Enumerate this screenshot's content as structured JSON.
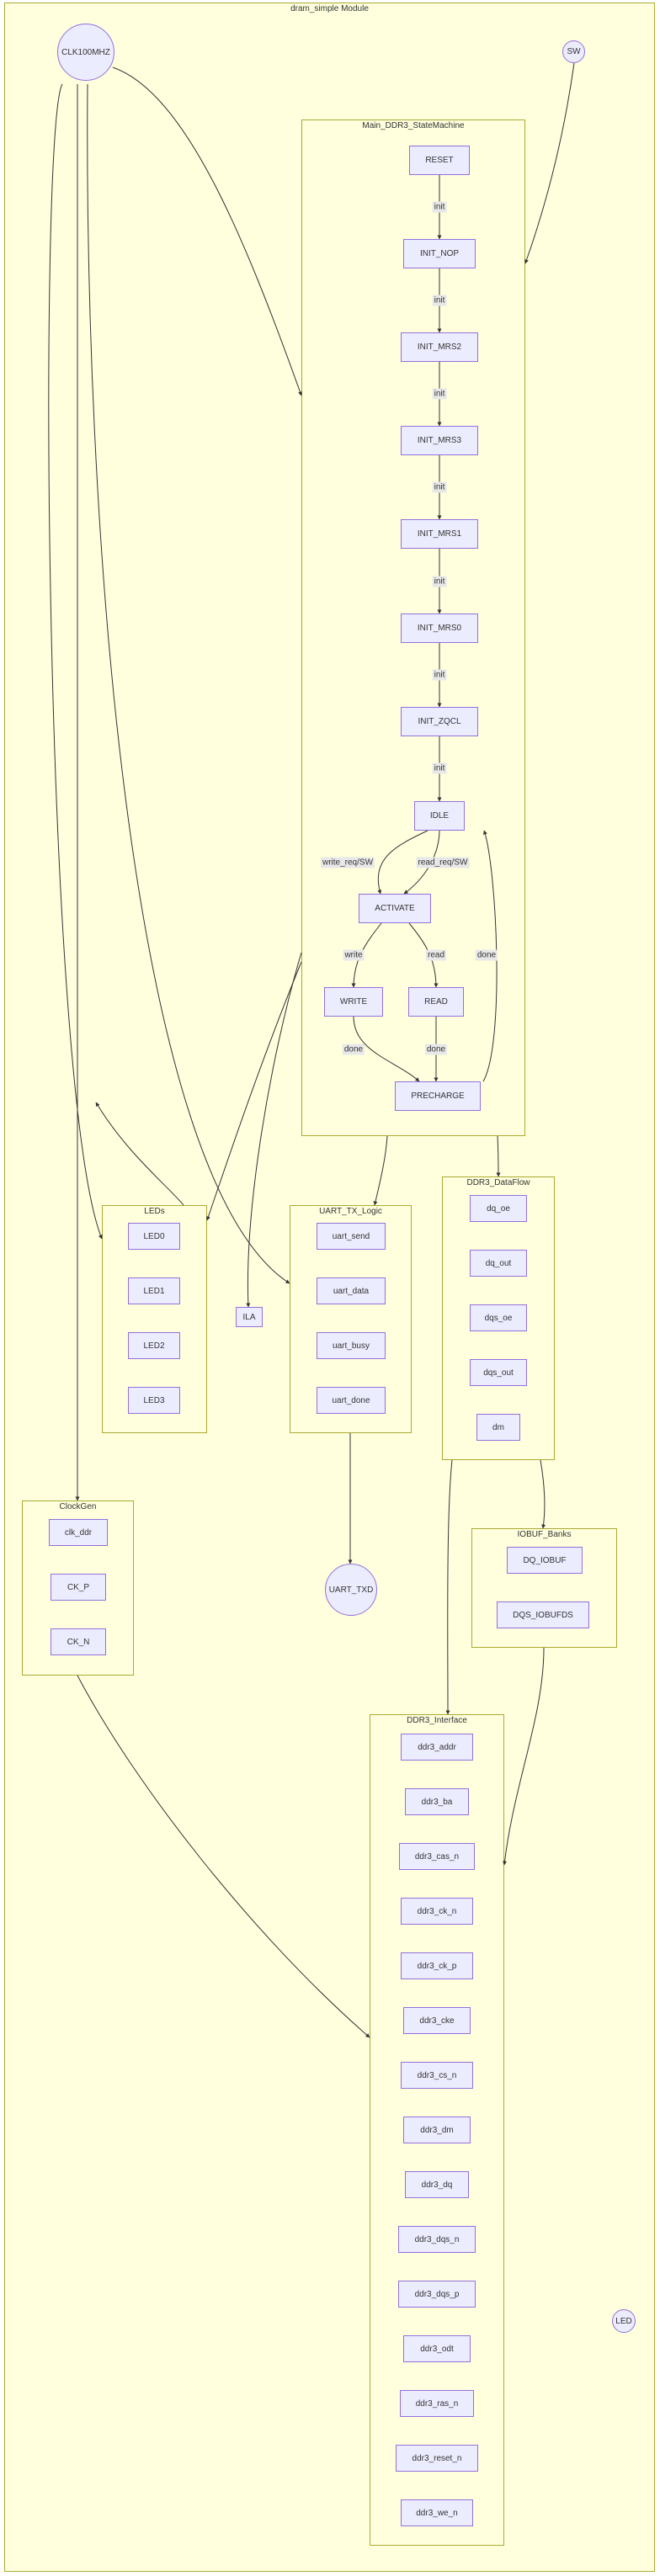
{
  "diagram": {
    "title": "dram_simple Module",
    "colors": {
      "cluster_fill": "#ffffde",
      "cluster_border": "#aaaa33",
      "node_fill": "#ececff",
      "node_border": "#9370db",
      "edge": "#333333",
      "edge_label_bg": "#e8e8e8"
    },
    "external": {
      "clk": "CLK100MHZ",
      "sw": "SW",
      "ila": "ILA",
      "uart_txd": "UART_TXD",
      "led": "LED"
    },
    "state_machine": {
      "title": "Main_DDR3_StateMachine",
      "states": {
        "reset": "RESET",
        "init_nop": "INIT_NOP",
        "init_mrs2": "INIT_MRS2",
        "init_mrs3": "INIT_MRS3",
        "init_mrs1": "INIT_MRS1",
        "init_mrs0": "INIT_MRS0",
        "init_zqcl": "INIT_ZQCL",
        "idle": "IDLE",
        "activate": "ACTIVATE",
        "write": "WRITE",
        "read": "READ",
        "precharge": "PRECHARGE"
      },
      "edge_labels": {
        "init1": "init",
        "init2": "init",
        "init3": "init",
        "init4": "init",
        "init5": "init",
        "init6": "init",
        "init7": "init",
        "write_req": "write_req/SW",
        "read_req": "read_req/SW",
        "write": "write",
        "read": "read",
        "done_w": "done",
        "done_r": "done",
        "done_p": "done"
      }
    },
    "leds": {
      "title": "LEDs",
      "items": [
        "LED0",
        "LED1",
        "LED2",
        "LED3"
      ]
    },
    "uart": {
      "title": "UART_TX_Logic",
      "items": [
        "uart_send",
        "uart_data",
        "uart_busy",
        "uart_done"
      ]
    },
    "dataflow": {
      "title": "DDR3_DataFlow",
      "items": [
        "dq_oe",
        "dq_out",
        "dqs_oe",
        "dqs_out",
        "dm"
      ]
    },
    "clockgen": {
      "title": "ClockGen",
      "items": [
        "clk_ddr",
        "CK_P",
        "CK_N"
      ]
    },
    "iobuf": {
      "title": "IOBUF_Banks",
      "items": [
        "DQ_IOBUF",
        "DQS_IOBUFDS"
      ]
    },
    "ddr3_if": {
      "title": "DDR3_Interface",
      "items": [
        "ddr3_addr",
        "ddr3_ba",
        "ddr3_cas_n",
        "ddr3_ck_n",
        "ddr3_ck_p",
        "ddr3_cke",
        "ddr3_cs_n",
        "ddr3_dm",
        "ddr3_dq",
        "ddr3_dqs_n",
        "ddr3_dqs_p",
        "ddr3_odt",
        "ddr3_ras_n",
        "ddr3_reset_n",
        "ddr3_we_n"
      ]
    }
  }
}
